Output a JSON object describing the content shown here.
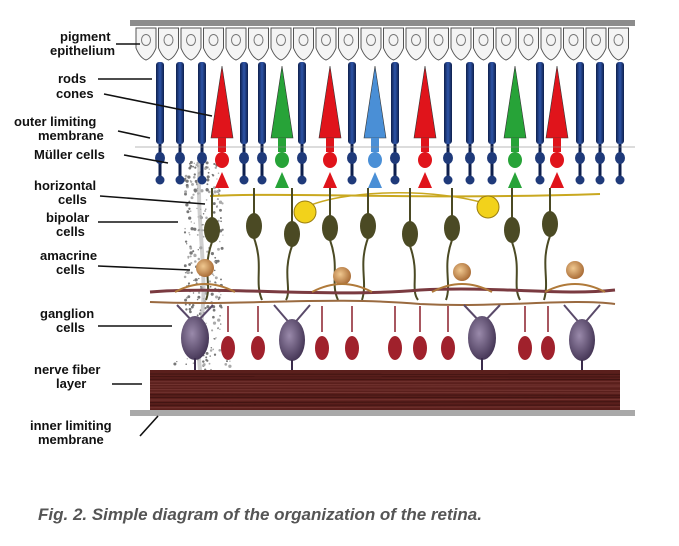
{
  "labels": {
    "pigment_1": "pigment",
    "pigment_2": "epithelium",
    "rods": "rods",
    "cones": "cones",
    "olm_1": "outer limiting",
    "olm_2": "membrane",
    "muller": "Müller cells",
    "horizontal_1": "horizontal",
    "horizontal_2": "cells",
    "bipolar_1": "bipolar",
    "bipolar_2": "cells",
    "amacrine_1": "amacrine",
    "amacrine_2": "cells",
    "ganglion_1": "ganglion",
    "ganglion_2": "cells",
    "nerve_1": "nerve fiber",
    "nerve_2": "layer",
    "ilm_1": "inner limiting",
    "ilm_2": "membrane"
  },
  "caption": "Fig. 2. Simple diagram of the organization of the retina.",
  "colors": {
    "rod": "#1f3a7a",
    "cone_red": "#e0141b",
    "cone_green": "#27a338",
    "cone_blue": "#4a8fd6",
    "bipolar": "#4b4a24",
    "horizontal": "#f2d21b",
    "amacrine": "#c88a4a",
    "ganglion": "#5a4a6a",
    "nerve_fiber": "#5a1f1c",
    "membrane": "#a9a9a9"
  },
  "cone_sequence": [
    "red",
    "green",
    "red",
    "blue",
    "red",
    "green",
    "red"
  ]
}
